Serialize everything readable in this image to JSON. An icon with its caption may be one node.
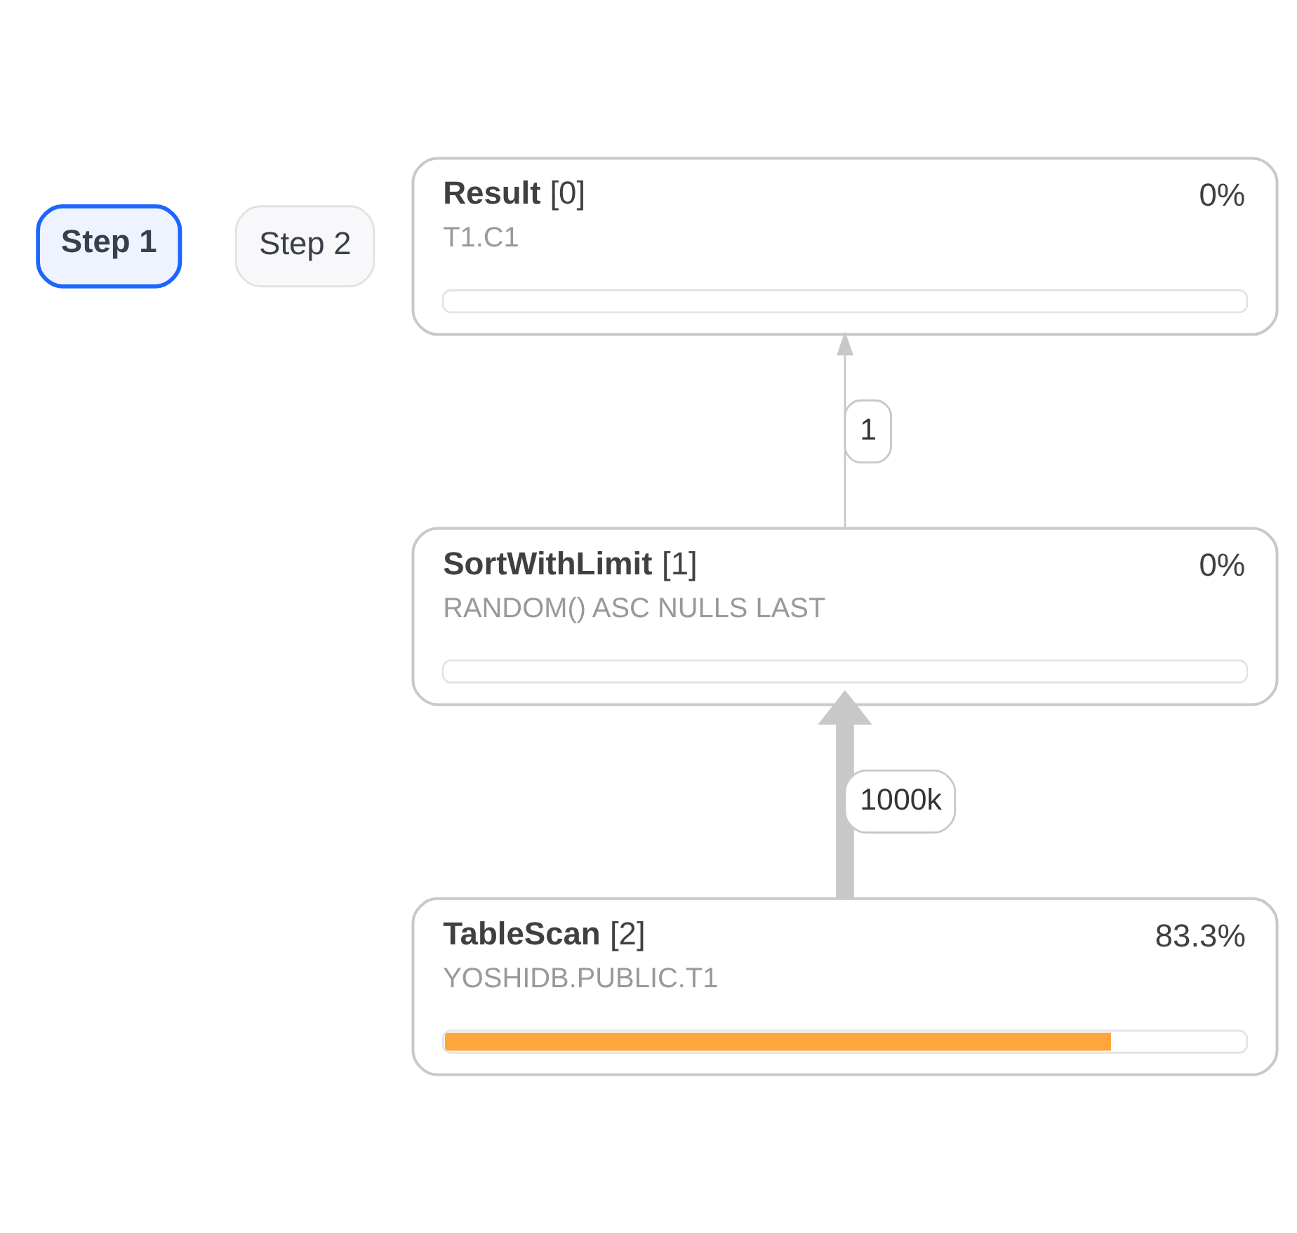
{
  "diagram": {
    "nodes": [
      {
        "text": [
          "**Result** [0]",
          "0%",
          "T1.C1"
        ]
      },
      {
        "text": [
          "**SortWithLimit** [1]",
          "0%",
          "RANDOM() ASC NULLS LAST"
        ]
      },
      {
        "text": [
          "**TableScan** [2]",
          "83.3%",
          "YOSHIDB.PUBLIC.T1"
        ]
      }
    ],
    "edges": [
      {
        "from": 1,
        "to": 0,
        "arrow": "to",
        "label": "1"
      },
      {
        "from": 2,
        "to": 1,
        "arrow": "to",
        "label": "1000k",
        "style": "thick"
      }
    ],
    "labels": [
      "Step 1",
      "Step 2"
    ]
  }
}
